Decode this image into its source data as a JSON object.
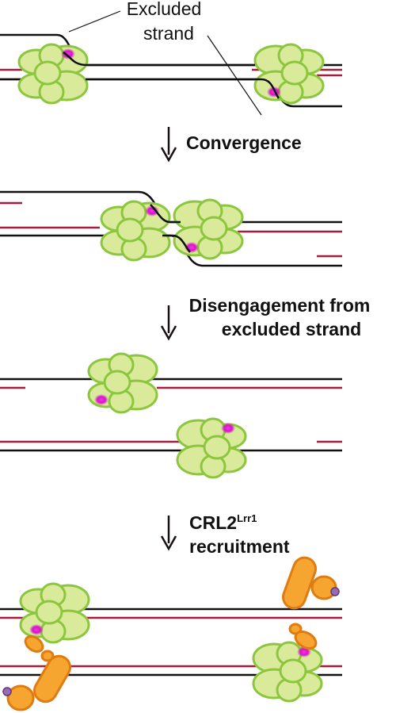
{
  "annotations": {
    "excluded_strand_line1": "Excluded",
    "excluded_strand_line2": "strand"
  },
  "steps": {
    "convergence": "Convergence",
    "disengagement_line1": "Disengagement from",
    "disengagement_line2": "excluded strand",
    "crl_base": "CRL2",
    "crl_superscript": "Lrr1",
    "crl_line2": "recruitment"
  },
  "colors": {
    "dna_parental": "#111111",
    "dna_nascent": "#a61c3c",
    "cmg_fill": "#d9eb9b",
    "cmg_stroke": "#8cc63f",
    "helicase_active_site": "#e21fd0",
    "crl_fill": "#f7a531",
    "crl_stroke": "#e07b12",
    "crl_tip": "#9a6bb5",
    "arrow": "#1a0f14"
  }
}
